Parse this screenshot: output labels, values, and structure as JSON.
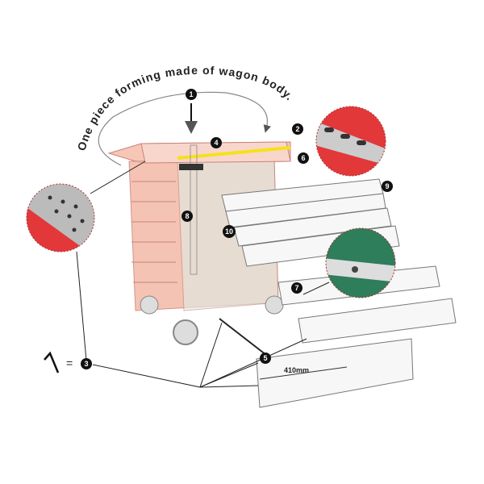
{
  "title": "One piece forming made of wagon body.",
  "callouts": [
    "1",
    "2",
    "3",
    "4",
    "5",
    "6",
    "7",
    "8",
    "9",
    "10"
  ],
  "legend": {
    "symbol_equals": "=",
    "symbol_ref": "3"
  },
  "dimension": "410mm",
  "colors": {
    "body": "#f4b9a6",
    "body_edge": "#c9837a",
    "highlight": "#f4e21a",
    "red": "#e2383a",
    "green": "#2e7d5b"
  }
}
